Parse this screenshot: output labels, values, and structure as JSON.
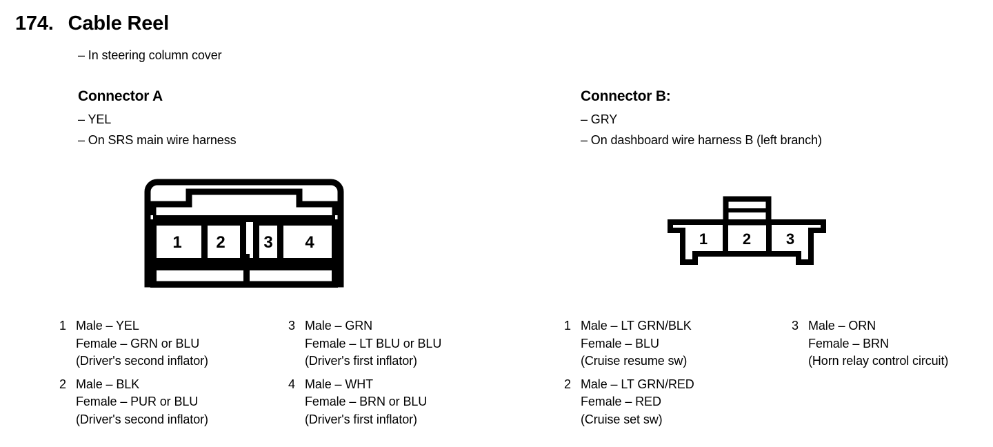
{
  "page": {
    "number": "174.",
    "title": "Cable Reel",
    "subtitle": "– In steering column cover",
    "ink_color": "#000000",
    "background_color": "#ffffff"
  },
  "connector_a": {
    "heading": "Connector A",
    "notes": [
      "– YEL",
      "– On SRS main wire harness"
    ],
    "drawing": {
      "pin_count": 4,
      "pin_labels": [
        "1",
        "2",
        "3",
        "4"
      ]
    },
    "pins_left": [
      {
        "index": "1",
        "lines": [
          "Male – YEL",
          "Female – GRN or BLU",
          "(Driver's second inflator)"
        ]
      },
      {
        "index": "2",
        "lines": [
          "Male – BLK",
          "Female – PUR or BLU",
          "(Driver's second inflator)"
        ]
      }
    ],
    "pins_right": [
      {
        "index": "3",
        "lines": [
          "Male – GRN",
          "Female – LT BLU or BLU",
          "(Driver's first inflator)"
        ]
      },
      {
        "index": "4",
        "lines": [
          "Male – WHT",
          "Female – BRN or BLU",
          "(Driver's first inflator)"
        ]
      }
    ]
  },
  "connector_b": {
    "heading": "Connector B:",
    "notes": [
      "– GRY",
      "– On dashboard wire harness B (left branch)"
    ],
    "drawing": {
      "pin_count": 3,
      "pin_labels": [
        "1",
        "2",
        "3"
      ]
    },
    "pins_left": [
      {
        "index": "1",
        "lines": [
          "Male – LT GRN/BLK",
          "Female – BLU",
          "(Cruise resume sw)"
        ]
      },
      {
        "index": "2",
        "lines": [
          "Male – LT GRN/RED",
          "Female – RED",
          "(Cruise set sw)"
        ]
      }
    ],
    "pins_right": [
      {
        "index": "3",
        "lines": [
          "Male – ORN",
          "Female – BRN",
          "(Horn relay control circuit)"
        ]
      }
    ]
  }
}
